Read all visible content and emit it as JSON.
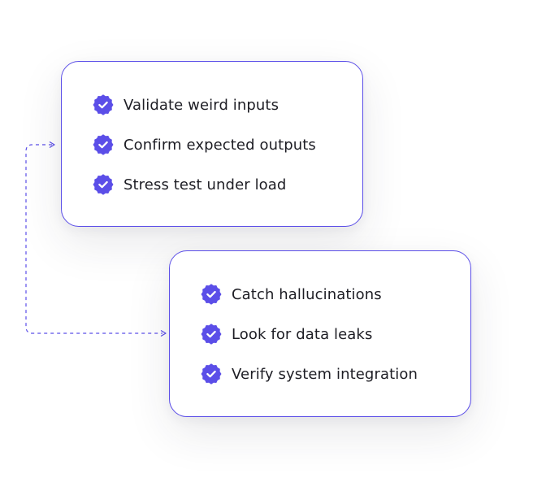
{
  "accent_color": "#5b4ee8",
  "cards": [
    {
      "items": [
        {
          "label": "Validate weird inputs",
          "icon": "check-badge-icon"
        },
        {
          "label": "Confirm expected outputs",
          "icon": "check-badge-icon"
        },
        {
          "label": "Stress test under load",
          "icon": "check-badge-icon"
        }
      ]
    },
    {
      "items": [
        {
          "label": "Catch hallucinations",
          "icon": "check-badge-icon"
        },
        {
          "label": "Look for data leaks",
          "icon": "check-badge-icon"
        },
        {
          "label": "Verify system integration",
          "icon": "check-badge-icon"
        }
      ]
    }
  ]
}
